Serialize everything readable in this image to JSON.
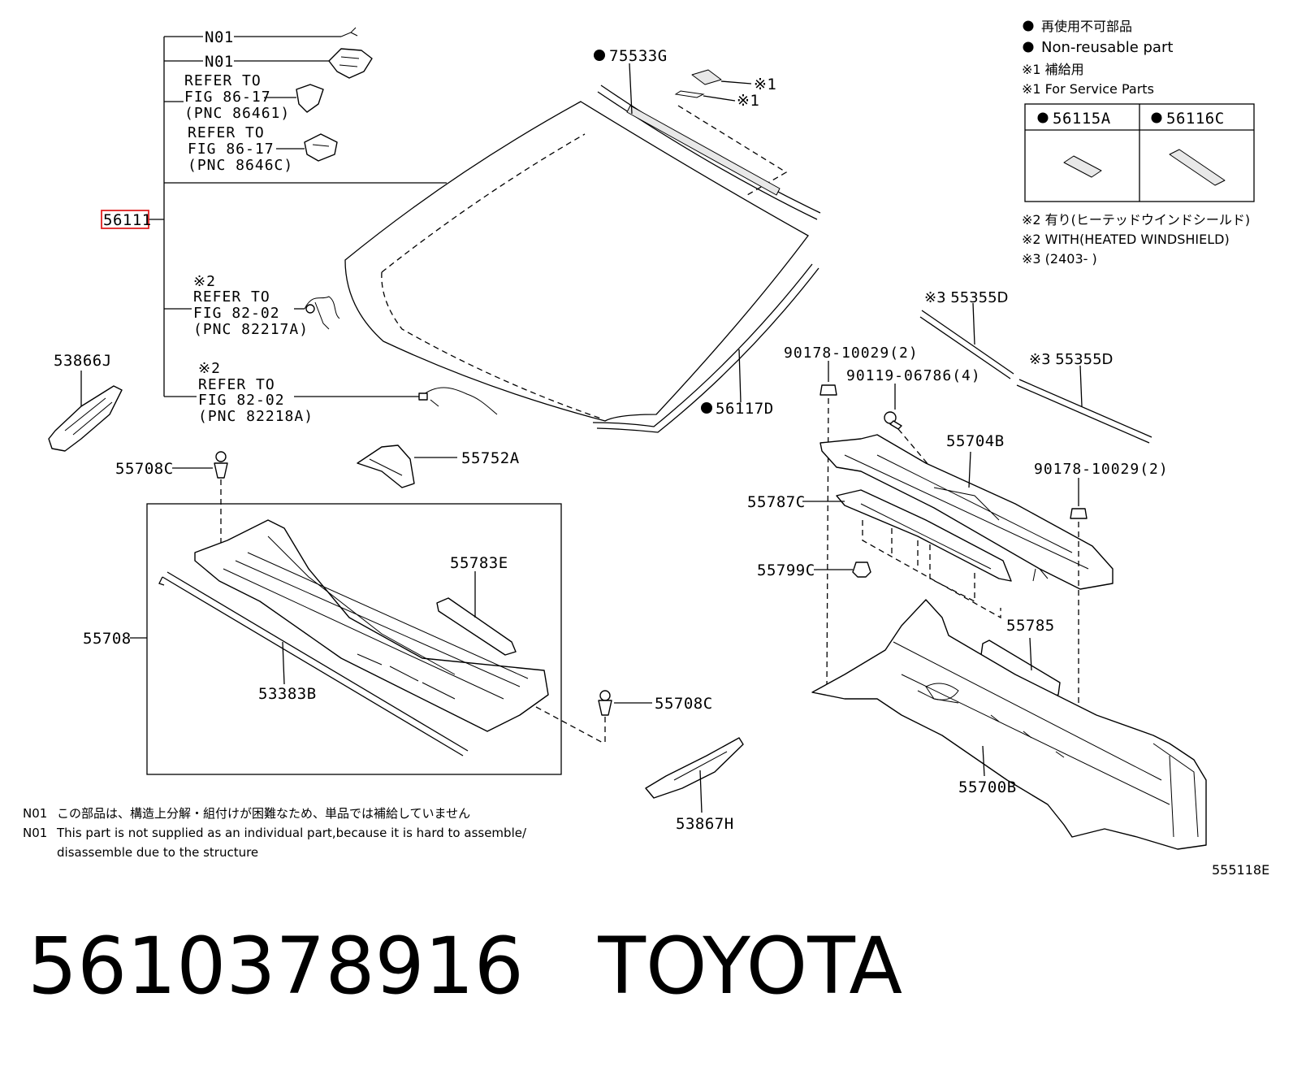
{
  "title": "5610378916   TOYOTA",
  "figure_code": "555118E",
  "legend": {
    "non_reusable_jp": "再使用不可部品",
    "non_reusable_en": "Non-reusable part",
    "note1_jp": "※1 補給用",
    "note1_en": "※1 For Service Parts",
    "service_parts": [
      "56115A",
      "56116C"
    ],
    "note2_jp": "※2 有り(ヒーテッドウインドシールド)",
    "note2_en": "※2 WITH(HEATED WINDSHIELD)",
    "note3": "※3 (2403-      )"
  },
  "labels": {
    "n01_a": "N01",
    "n01_b": "N01",
    "ref1": [
      "REFER TO",
      "FIG 86-17",
      "(PNC 86461)"
    ],
    "ref2": [
      "REFER TO",
      "FIG 86-17",
      "(PNC 8646C)"
    ],
    "ref3": [
      "※2",
      "REFER TO",
      "FIG 82-02",
      "(PNC 82217A)"
    ],
    "ref4": [
      "※2",
      "REFER TO",
      "FIG 82-02",
      "(PNC 82218A)"
    ],
    "p56111": "56111",
    "p75533G": "75533G",
    "mark1a": "※1",
    "mark1b": "※1",
    "p53866J": "53866J",
    "p56117D": "56117D",
    "p55708C_a": "55708C",
    "p55752A": "55752A",
    "p55783E": "55783E",
    "p55708": "55708",
    "p53383B": "53383B",
    "p55708C_b": "55708C",
    "p53867H": "53867H",
    "p55355D_a": "※3 55355D",
    "p55355D_b": "※3 55355D",
    "p90178_a": "90178-10029(2)",
    "p90119": "90119-06786(4)",
    "p55704B": "55704B",
    "p90178_b": "90178-10029(2)",
    "p55787C": "55787C",
    "p55799C": "55799C",
    "p55785": "55785",
    "p55700B": "55700B"
  },
  "footnote": {
    "n01_jp": "この部品は、構造上分解・組付けが困難なため、単品では補給していません",
    "n01_en_1": "This part is not supplied as an individual part,because it is hard to assemble/",
    "n01_en_2": "disassemble due to the structure",
    "tag": "N01"
  },
  "colors": {
    "highlight": "#e02020",
    "ink": "#000000"
  }
}
